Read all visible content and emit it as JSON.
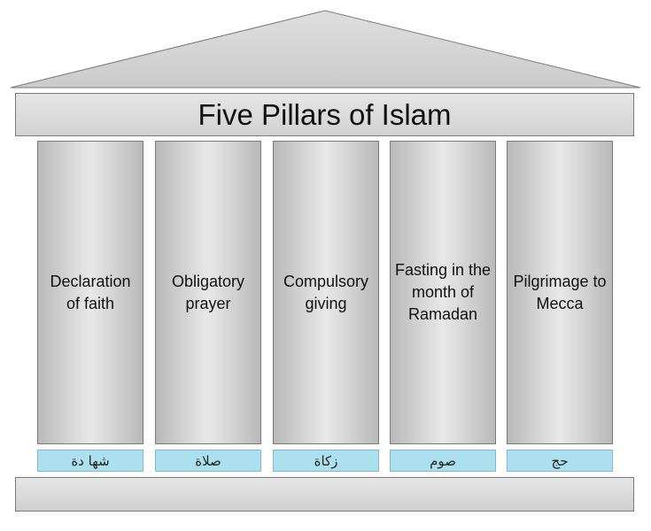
{
  "title": "Five Pillars of Islam",
  "pillars": [
    {
      "label": "Declaration of faith",
      "arabic": "شها دة"
    },
    {
      "label": "Obligatory prayer",
      "arabic": "صلاة"
    },
    {
      "label": "Compulsory giving",
      "arabic": "زكاة"
    },
    {
      "label": "Fasting in the month of Ramadan",
      "arabic": "صوم"
    },
    {
      "label": "Pilgrimage to Mecca",
      "arabic": "حج"
    }
  ],
  "colors": {
    "stone": "#d4d4d4",
    "stone_edge": "#7a7a7a",
    "label_fill": "#ade0ee"
  }
}
